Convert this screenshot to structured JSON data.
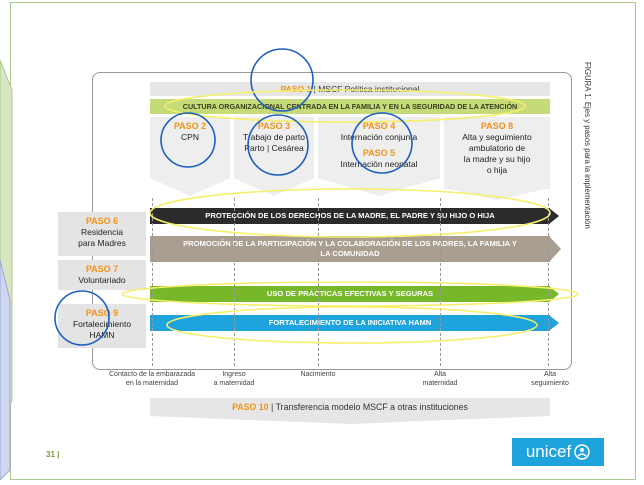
{
  "figure_caption": "FIGURA 1. Ejes y pasos para la implementación",
  "paso1": {
    "label": "PASO 1",
    "sep": "|",
    "text": "MSCF Política institucional"
  },
  "culture_bar": "CULTURA ORGANIZACIONAL CENTRADA EN LA FAMILIA Y EN LA SEGURIDAD DE LA ATENCIÓN",
  "columns": [
    {
      "paso": "PASO 2",
      "lines": [
        "CPN"
      ]
    },
    {
      "paso": "PASO 3",
      "lines": [
        "Trabajo de parto",
        "Parto | Cesárea"
      ]
    },
    {
      "paso": "PASO 4",
      "lines": [
        "Internación conjunta"
      ],
      "paso_b": "PASO 5",
      "lines_b": [
        "Internación neonatal"
      ]
    },
    {
      "paso": "PASO 8",
      "lines": [
        "Alta y seguimiento",
        "ambulatorio de",
        "la madre y su hijo",
        "o hija"
      ]
    }
  ],
  "side_boxes": [
    {
      "paso": "PASO 6",
      "lines": [
        "Residencia",
        "para Madres"
      ]
    },
    {
      "paso": "PASO 7",
      "lines": [
        "Voluntariado"
      ]
    },
    {
      "paso": "PASO 9",
      "lines": [
        "Fortalecimiento",
        "HAMN"
      ]
    }
  ],
  "bars": [
    {
      "text": "PROTECCIÓN DE LOS DERECHOS DE LA MADRE, EL PADRE Y SU HIJO O HIJA",
      "color": "#2b2b2b"
    },
    {
      "text": "PROMOCIÓN DE LA PARTICIPACIÓN Y LA COLABORACIÓN DE LOS PADRES, LA FAMILIA Y LA COMUNIDAD",
      "color": "#a99e8f"
    },
    {
      "text": "USO DE PRÁCTICAS EFECTIVAS Y SEGURAS",
      "color": "#76b82a"
    },
    {
      "text": "FORTALECIMIENTO DE LA INICIATIVA HAMN",
      "color": "#1fa3dd"
    }
  ],
  "timeline": [
    {
      "lines": [
        "Contacto de la embarazada",
        "en la maternidad"
      ]
    },
    {
      "lines": [
        "Ingreso",
        "a maternidad"
      ]
    },
    {
      "lines": [
        "Nacimiento"
      ]
    },
    {
      "lines": [
        "Alta",
        "maternidad"
      ]
    },
    {
      "lines": [
        "Alta",
        "seguimiento"
      ]
    }
  ],
  "paso10": {
    "label": "PASO 10",
    "sep": "|",
    "text": "Transferencia modelo MSCF a otras instituciones"
  },
  "page_number": "31 |",
  "logo": "unicef",
  "colors": {
    "orange": "#f0931c",
    "dark_bar": "#2b2b2b",
    "tan_bar": "#a99e8f",
    "green": "#76b82a",
    "blue": "#1fa3dd",
    "culture_green": "#c5db7a",
    "annotation_blue": "#1e5fc0",
    "annotation_yellow": "#f6ef6c"
  }
}
